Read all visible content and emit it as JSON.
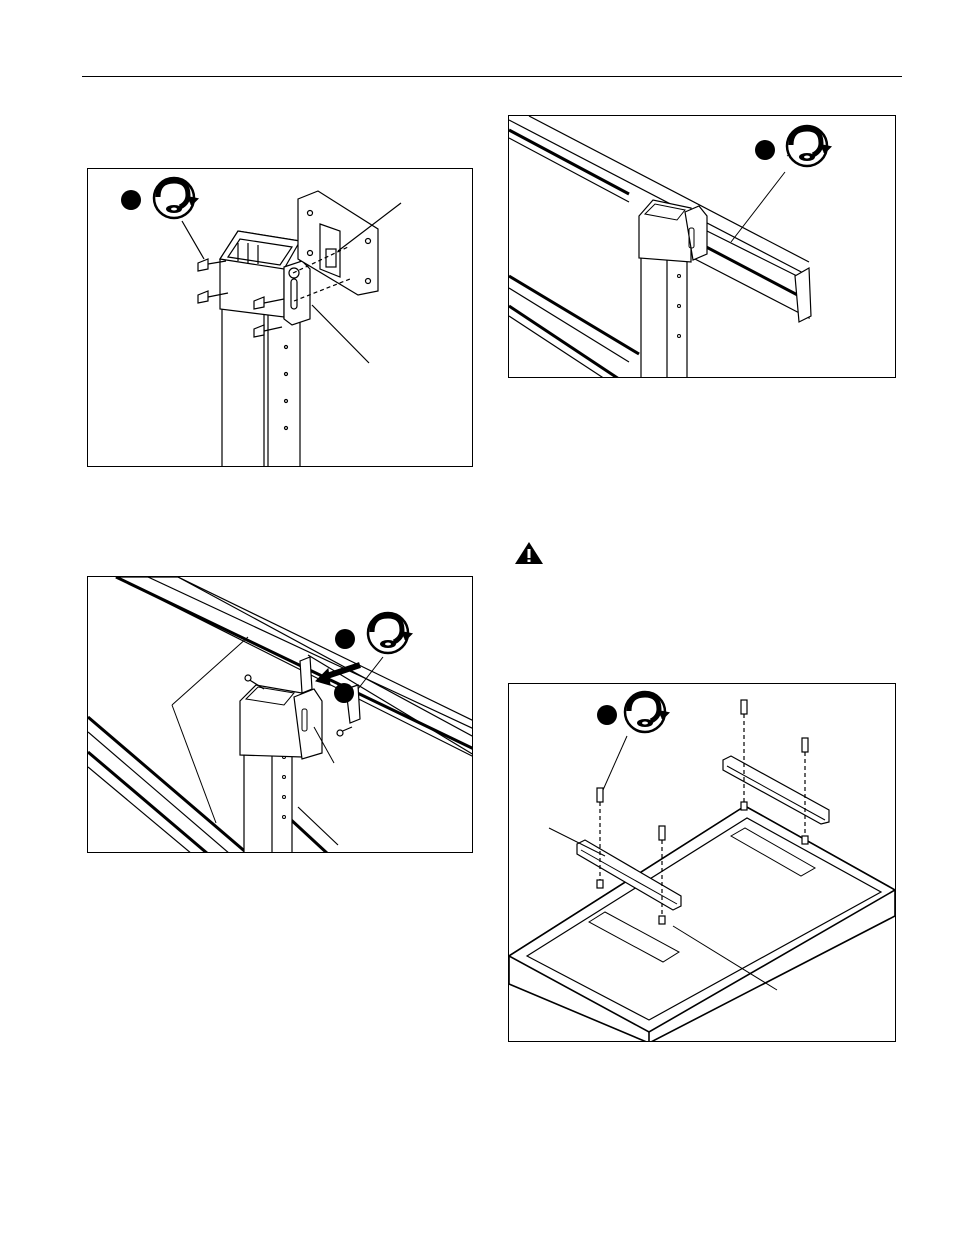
{
  "page": {
    "header_rule": true
  },
  "figures": [
    {
      "id": "fig-post-bracket-attach",
      "icon": "rotate-screw-icon"
    },
    {
      "id": "fig-bracket-rail-assembled",
      "icon": "rotate-screw-icon"
    },
    {
      "id": "fig-rail-install",
      "icon": "rotate-screw-icon"
    },
    {
      "id": "fig-display-mounting",
      "icon": "rotate-screw-icon"
    }
  ],
  "caution": {
    "icon": "warning-triangle-icon"
  },
  "colors": {
    "line": "#000000",
    "background": "#ffffff",
    "rail_dark": "#222222"
  }
}
